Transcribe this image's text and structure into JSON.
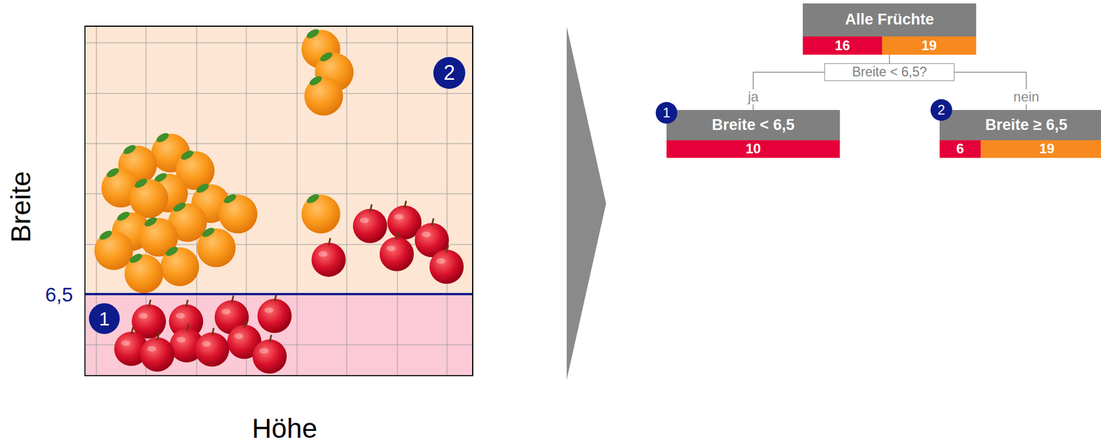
{
  "diagram": {
    "nodes": [
      {
        "text": [
          "Alle Früchte",
          "16",
          "19"
        ]
      },
      {
        "text": [
          "Breite < 6,5?"
        ]
      },
      {
        "text": [
          "Breite < 6,5",
          "10"
        ]
      },
      {
        "text": [
          "Breite ≥ 6,5",
          "6",
          "19"
        ]
      }
    ],
    "edges": [
      {
        "from": 0,
        "to": 1,
        "arrow": "none"
      },
      {
        "from": 1,
        "to": 2,
        "label": "ja",
        "arrow": "none"
      },
      {
        "from": 1,
        "to": 3,
        "label": "nein",
        "arrow": "none"
      }
    ],
    "labels": [
      "Breite",
      "Höhe",
      "6,5",
      "1",
      "2",
      "1",
      "2"
    ]
  }
}
